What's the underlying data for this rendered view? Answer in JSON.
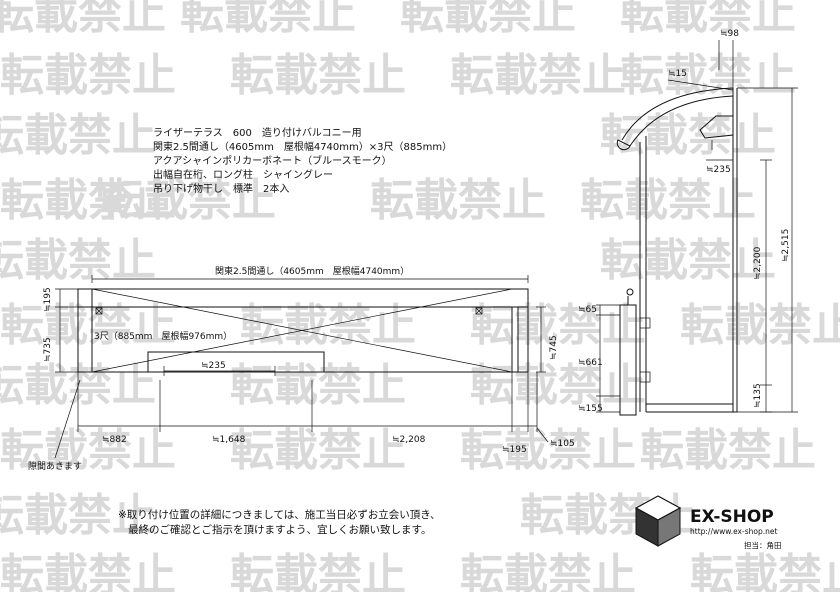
{
  "watermark": "転載禁止",
  "spec": {
    "line1": "ライザーテラス　600　造り付けバルコニー用",
    "line2": "関東2.5間通し（4605mm　屋根幅4740mm）×3尺（885mm）",
    "line3": "アクアシャインポリカーボネート（ブルースモーク）",
    "line4": "出幅自在桁、ロング柱　シャイングレー",
    "line5": "吊り下げ物干し　標準　2本入"
  },
  "plan": {
    "width_label": "関東2.5間通し（4605mm　屋根幅4740mm）",
    "depth_label": "3尺（885mm　屋根幅976mm）",
    "d195_left": "≒195",
    "d735": "≒735",
    "d745": "≒745",
    "d235": "≒235",
    "d882": "≒882",
    "d1648": "≒1,648",
    "d2208": "≒2,208",
    "d195_right": "≒195",
    "d105": "≒105",
    "gap_note": "隙間あきます"
  },
  "side": {
    "d98": "≒98",
    "d15": "≒15",
    "d235": "≒235",
    "d2200": "≒2,200",
    "d2515": "≒2,515",
    "d135": "≒135",
    "d65": "≒65",
    "d661": "≒661",
    "d155": "≒155"
  },
  "footer": {
    "note1": "※取り付け位置の詳細につきましては、施工当日必ずお立会い頂き、",
    "note2": "最終のご確認とご指示を頂けますよう、宜しくお願い致します。",
    "brand": "EX-SHOP",
    "url": "http://www.ex-shop.net",
    "staff": "担当：角田"
  }
}
